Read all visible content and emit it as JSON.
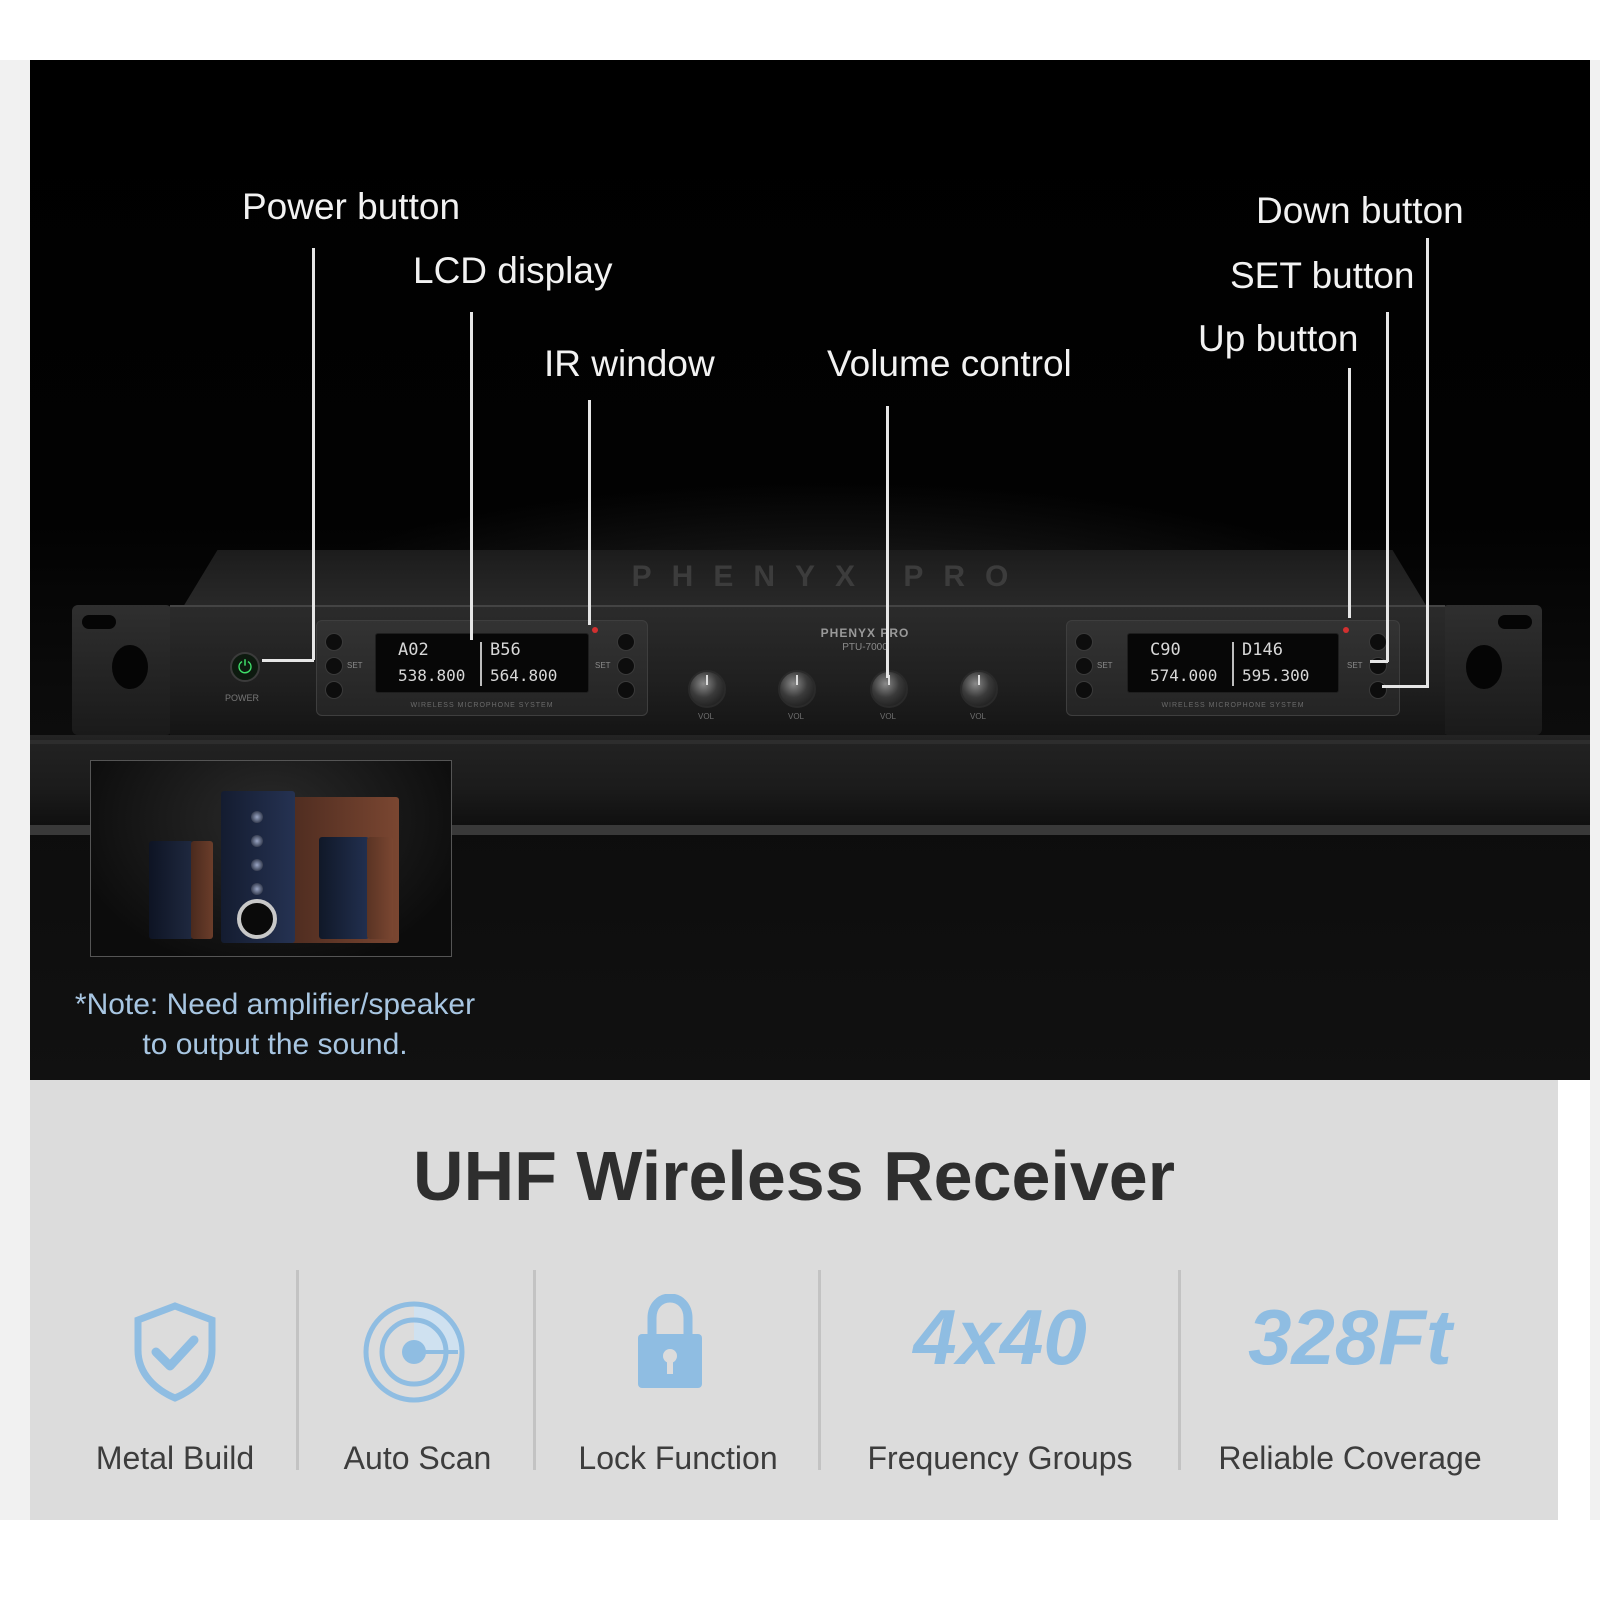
{
  "callouts": {
    "power": "Power button",
    "lcd": "LCD display",
    "ir": "IR window",
    "volume": "Volume control",
    "down": "Down button",
    "set": "SET button",
    "up": "Up button"
  },
  "device": {
    "brand_ghost": "PHENYX PRO",
    "brand": "PHENYX PRO",
    "model": "PTU-7000",
    "power_label": "POWER",
    "module_caption": "WIRELESS MICROPHONE SYSTEM",
    "set_label": "SET",
    "knob_label": "VOL",
    "lcd_left": {
      "ch_a": "A02",
      "freq_a": "538.800",
      "ch_b": "B56",
      "freq_b": "564.800"
    },
    "lcd_right": {
      "ch_a": "C90",
      "freq_a": "574.000",
      "ch_b": "D146",
      "freq_b": "595.300"
    }
  },
  "note": {
    "line1": "*Note: Need amplifier/speaker",
    "line2": "to output the sound."
  },
  "heading": "UHF Wireless Receiver",
  "features": [
    {
      "label": "Metal Build",
      "icon": "shield-check-icon"
    },
    {
      "label": "Auto Scan",
      "icon": "radar-scan-icon"
    },
    {
      "label": "Lock Function",
      "icon": "padlock-icon"
    },
    {
      "label": "Frequency Groups",
      "big": "4x40"
    },
    {
      "label": "Reliable Coverage",
      "big": "328Ft"
    }
  ],
  "colors": {
    "accent_blue": "#8fbde2",
    "note_blue": "#a8c6e2",
    "power_led_green": "#3fe06a"
  }
}
